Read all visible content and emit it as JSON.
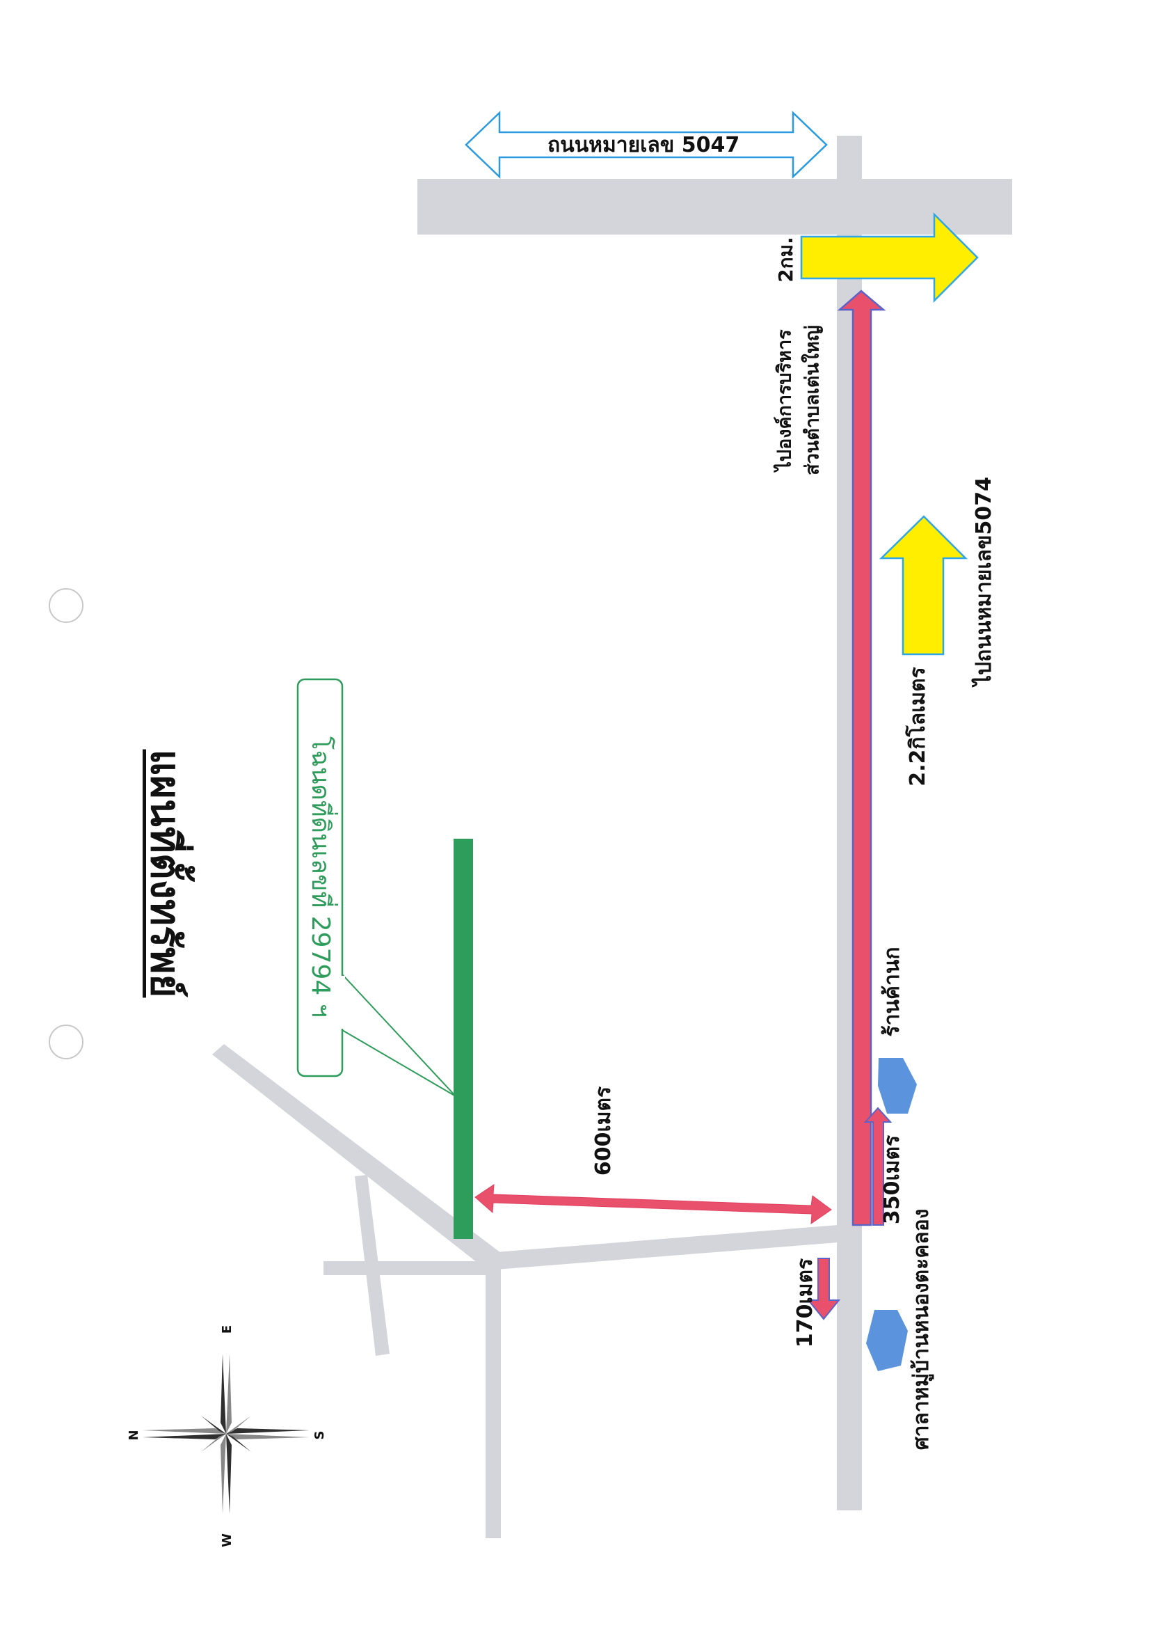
{
  "title": "แผนที่ตั้งทรัพย์",
  "callout": "โฉนดที่ดินเลขที่ 29794 ฯ",
  "labels": {
    "road_5047": "ถนนหมายเลข 5047",
    "to_sao": "ไปองค์การบริหาร",
    "to_sao_line2": "ส่วนตำบลเต่นใหญ่",
    "dist_2km": "2กม.",
    "to_road_5074": "ไปถนนหมายเลข5074",
    "dist_2_2km": "2.2กิโลเมตร",
    "shop": "ร้านค้านก",
    "dist_600": "600เมตร",
    "dist_350": "350เมตร",
    "dist_170": "170เมตร",
    "village_hall": "ศาลาหมู่บ้านหนองตะคลอง"
  },
  "compass": {
    "n": "N",
    "e": "E",
    "s": "S",
    "w": "W"
  },
  "colors": {
    "road": "#d4d5da",
    "route": "#e8506b",
    "route_edge": "#5b62c8",
    "land": "#2e9c5a",
    "yellow_arrow": "#ffee00",
    "yellow_edge": "#2ea6e8",
    "landmark": "#5b94dd",
    "road_arrow_edge": "#2a9ae0"
  }
}
